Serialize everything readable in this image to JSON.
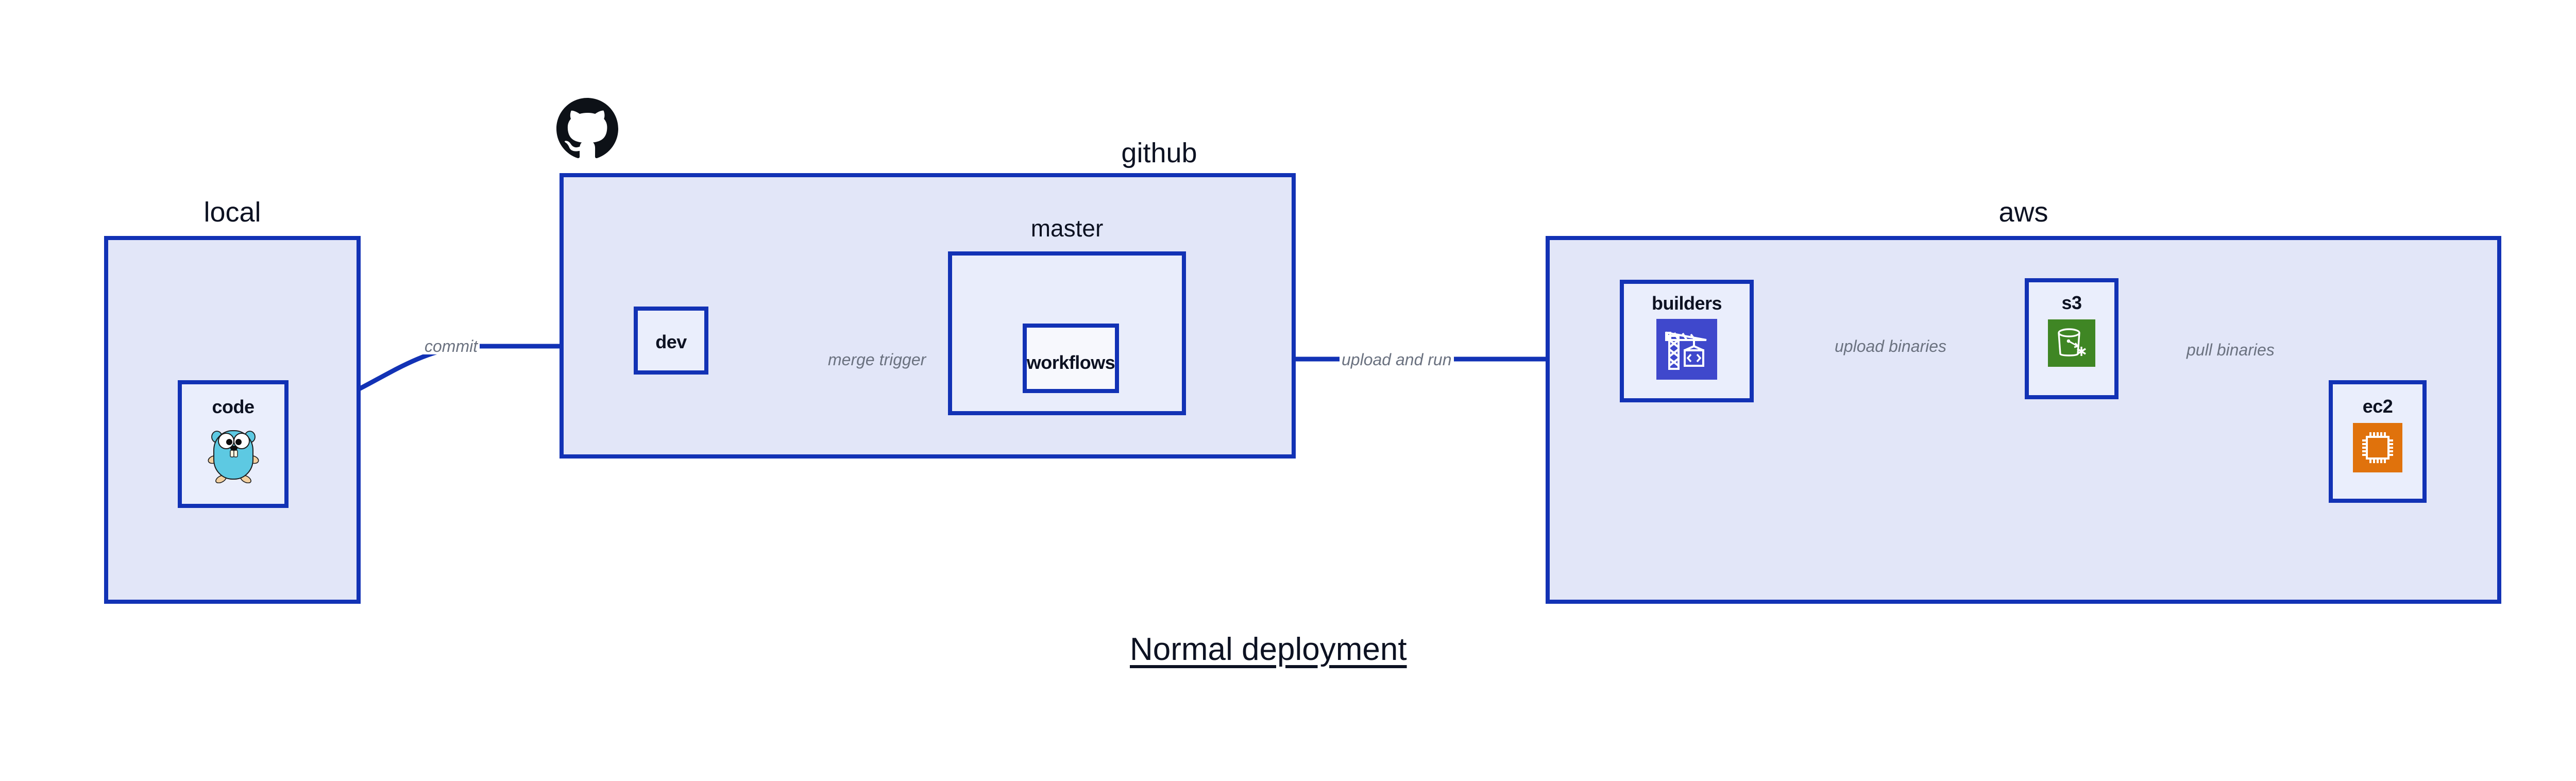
{
  "diagram": {
    "title": "Normal deployment",
    "background_color": "#ffffff",
    "accent_color": "#1232b5",
    "zone_fill": "#e2e6f8",
    "node_fill": "#eaeefc",
    "label_color": "#6b7280"
  },
  "zones": [
    {
      "id": "local",
      "label": "local"
    },
    {
      "id": "github",
      "label": "github"
    },
    {
      "id": "master",
      "label": "master"
    },
    {
      "id": "aws",
      "label": "aws"
    }
  ],
  "nodes": [
    {
      "id": "code",
      "label": "code",
      "icon": "golang-gopher-icon",
      "icon_color": "#5dc9e2"
    },
    {
      "id": "dev",
      "label": "dev",
      "icon": null,
      "icon_color": null
    },
    {
      "id": "workflows",
      "label": "workflows",
      "icon": null,
      "icon_color": null
    },
    {
      "id": "builders",
      "label": "builders",
      "icon": "aws-codebuild-crane-icon",
      "icon_color": "#3f48cc"
    },
    {
      "id": "s3",
      "label": "s3",
      "icon": "aws-s3-bucket-icon",
      "icon_color": "#3f8624"
    },
    {
      "id": "ec2",
      "label": "ec2",
      "icon": "aws-ec2-chip-icon",
      "icon_color": "#e0720c"
    }
  ],
  "edges": [
    {
      "id": "commit",
      "from": "code",
      "to": "dev",
      "label": "commit"
    },
    {
      "id": "merge-trigger",
      "from": "dev",
      "to": "workflows",
      "label": "merge trigger"
    },
    {
      "id": "upload-and-run",
      "from": "workflows",
      "to": "builders",
      "label": "upload and run"
    },
    {
      "id": "upload-binaries",
      "from": "builders",
      "to": "s3",
      "label": "upload binaries"
    },
    {
      "id": "pull-binaries",
      "from": "s3",
      "to": "ec2",
      "label": "pull binaries"
    }
  ],
  "logos": [
    {
      "id": "github-logo",
      "name": "github-octocat-icon",
      "color": "#0d1117"
    }
  ]
}
